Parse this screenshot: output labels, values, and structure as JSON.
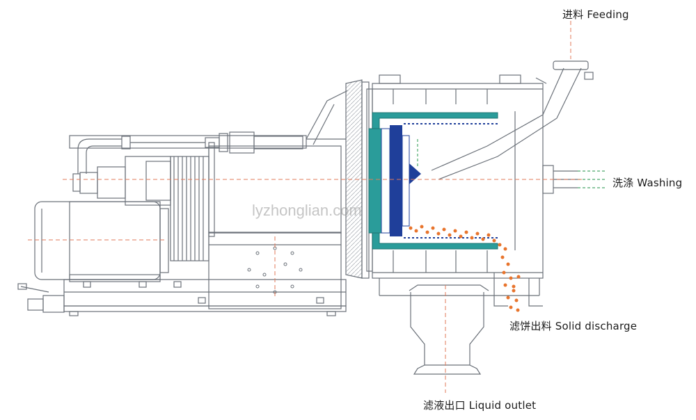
{
  "labels": {
    "feeding": "进料 Feeding",
    "washing": "洗涤 Washing",
    "solid_discharge": "滤饼出料 Solid discharge",
    "liquid_outlet": "滤液出口 Liquid outlet"
  },
  "watermark": "lyzhonglian.com",
  "colors": {
    "line": "#6a7078",
    "centerline": "#e07a5a",
    "bowl_teal": "#2a9c9a",
    "inner_blue": "#1f3f9a",
    "cake": "#e8742c",
    "wash_green": "#4aa86a"
  }
}
